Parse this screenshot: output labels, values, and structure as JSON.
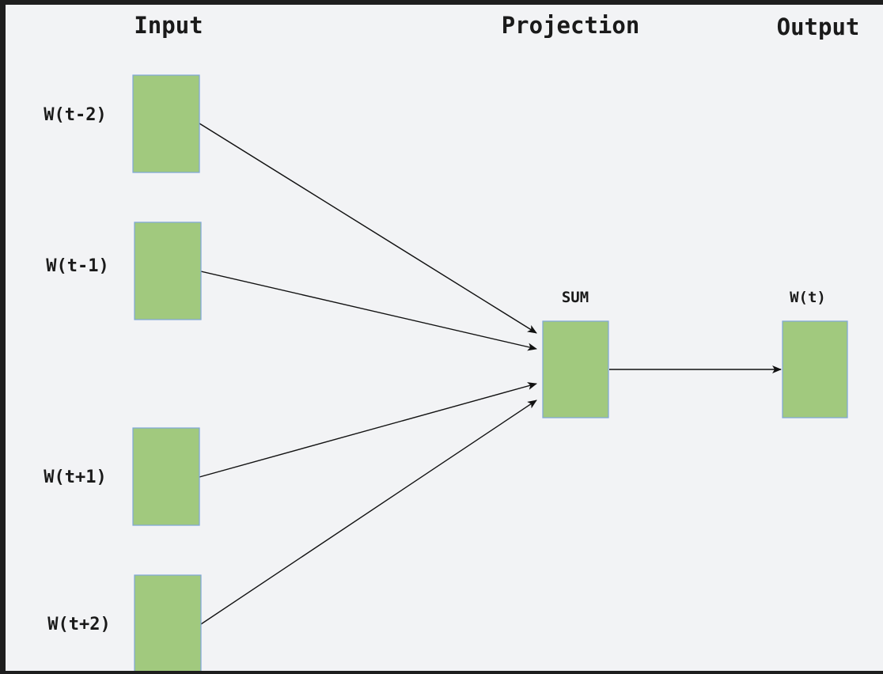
{
  "columns": {
    "input": "Input",
    "projection": "Projection",
    "output": "Output"
  },
  "inputs": [
    {
      "id": "wtm2",
      "label": "W(t-2)"
    },
    {
      "id": "wtm1",
      "label": "W(t-1)"
    },
    {
      "id": "wtp1",
      "label": "W(t+1)"
    },
    {
      "id": "wtp2",
      "label": "W(t+2)"
    }
  ],
  "projection": {
    "label": "SUM"
  },
  "output": {
    "label": "W(t)"
  },
  "colors": {
    "frame": "#1e1e1e",
    "background": "#f2f3f5",
    "box_fill": "#a1c97e",
    "box_border": "#7ea6d8",
    "edge": "#111111"
  }
}
